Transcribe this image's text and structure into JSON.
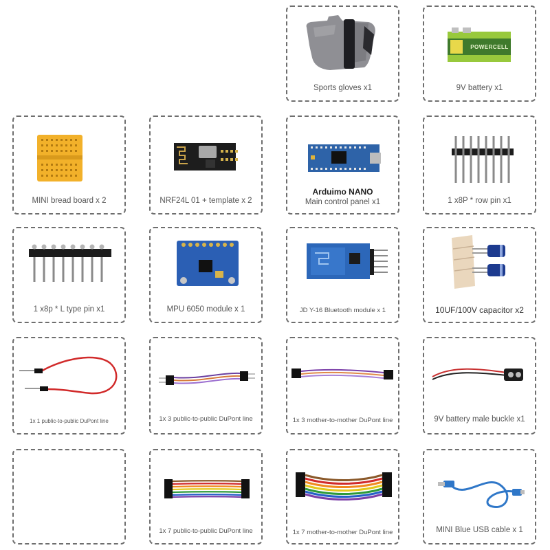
{
  "items": [
    {
      "id": "gloves",
      "caption": "Sports gloves x1"
    },
    {
      "id": "battery",
      "caption": "9V battery x1",
      "label": "POWERCELL"
    },
    {
      "id": "breadboard",
      "caption": "MINI bread board x 2"
    },
    {
      "id": "nrf",
      "caption": "NRF24L 01 + template x 2"
    },
    {
      "id": "nano",
      "title": "Arduimo NANO",
      "caption": "Main control panel x1"
    },
    {
      "id": "rowpin",
      "caption": "1 x8P * row pin x1"
    },
    {
      "id": "lpin",
      "caption": "1 x8p * L type pin x1"
    },
    {
      "id": "mpu",
      "caption": "MPU 6050 module x 1"
    },
    {
      "id": "bt",
      "caption": "JD Y-16 Bluetooth module x 1"
    },
    {
      "id": "cap",
      "caption": "10UF/100V capacitor x2"
    },
    {
      "id": "dupont1",
      "caption": "1x 1 public-to-public DuPont line"
    },
    {
      "id": "dupont3pp",
      "caption": "1x 3 public-to-public DuPont line"
    },
    {
      "id": "dupont3mm",
      "caption": "1x 3 mother-to-mother DuPont line"
    },
    {
      "id": "buckle",
      "caption": "9V battery male buckle x1"
    },
    {
      "id": "empty",
      "caption": ""
    },
    {
      "id": "dupont7pp",
      "caption": "1x 7 public-to-public DuPont line"
    },
    {
      "id": "dupont7mm",
      "caption": "1x 7 mother-to-mother DuPont line"
    },
    {
      "id": "usb",
      "caption": "MINI Blue USB cable x 1"
    }
  ]
}
